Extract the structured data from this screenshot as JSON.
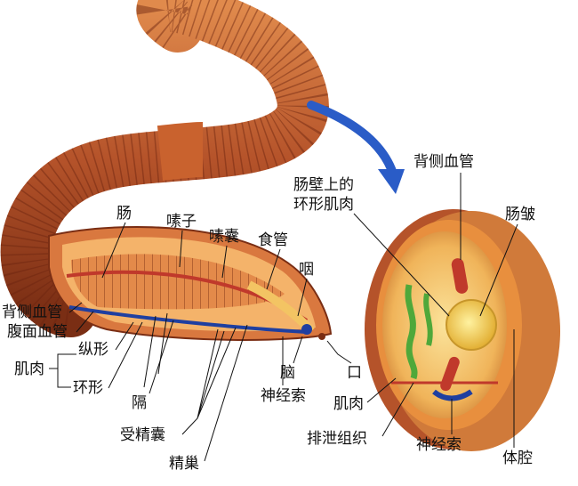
{
  "labels": {
    "intestine": "肠",
    "crop": "嗉子",
    "gizzard": "嗉囊",
    "esophagus": "食管",
    "pharynx": "咽",
    "dorsal_vessel_left": "背侧血管",
    "ventral_vessel": "腹面血管",
    "longitudinal": "纵形",
    "muscle_left": "肌肉",
    "circular": "环形",
    "septum": "隔",
    "seminal_receptacle": "受精囊",
    "testis": "精巢",
    "brain": "脑",
    "mouth": "口",
    "nerve_cord_left": "神经索",
    "dorsal_vessel_right": "背侧血管",
    "gut_wall_line1": "肠壁上的",
    "gut_wall_line2": "环形肌肉",
    "typhlosole": "肠皱",
    "muscle_right": "肌肉",
    "excretory": "排泄组织",
    "nerve_cord_right": "神经索",
    "coelom": "体腔"
  },
  "colors": {
    "body": "#b5532a",
    "body_light": "#d9783f",
    "dorsal_vessel": "#c0392b",
    "ventral_vessel": "#1f3fa0",
    "gut": "#f3c463",
    "arrow": "#2a5cc7"
  }
}
